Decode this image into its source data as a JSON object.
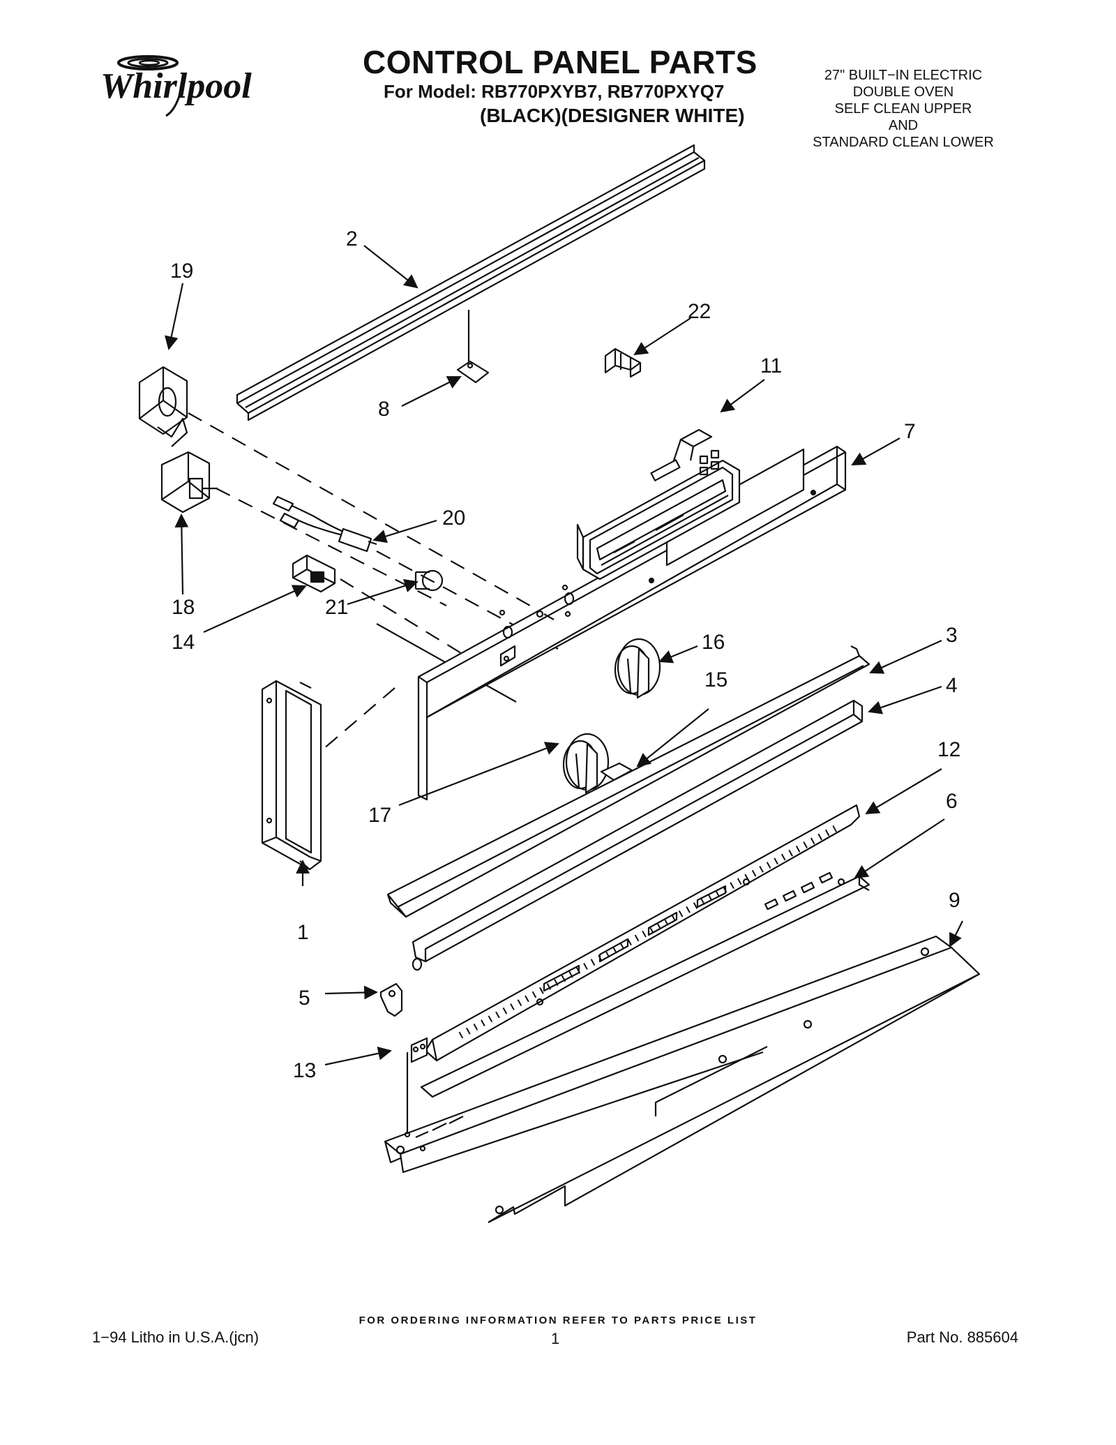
{
  "brand": {
    "name": "Whirlpool"
  },
  "header": {
    "title": "CONTROL PANEL PARTS",
    "model_line": "For Model: RB770PXYB7, RB770PXYQ7",
    "finish_line": "(BLACK)(DESIGNER WHITE)",
    "description_lines": [
      "27\" BUILT−IN ELECTRIC",
      "DOUBLE OVEN",
      "SELF CLEAN UPPER",
      "AND",
      "STANDARD CLEAN LOWER"
    ]
  },
  "callouts": [
    "1",
    "2",
    "3",
    "4",
    "5",
    "6",
    "7",
    "8",
    "9",
    "11",
    "12",
    "13",
    "14",
    "15",
    "16",
    "17",
    "18",
    "19",
    "20",
    "21",
    "22"
  ],
  "footer": {
    "ordering_note": "FOR ORDERING INFORMATION REFER TO PARTS PRICE LIST",
    "litho": "1−94 Litho in U.S.A.(jcn)",
    "page": "1",
    "part_number": "Part No. 885604"
  },
  "colors": {
    "ink": "#111111",
    "paper": "#ffffff"
  }
}
